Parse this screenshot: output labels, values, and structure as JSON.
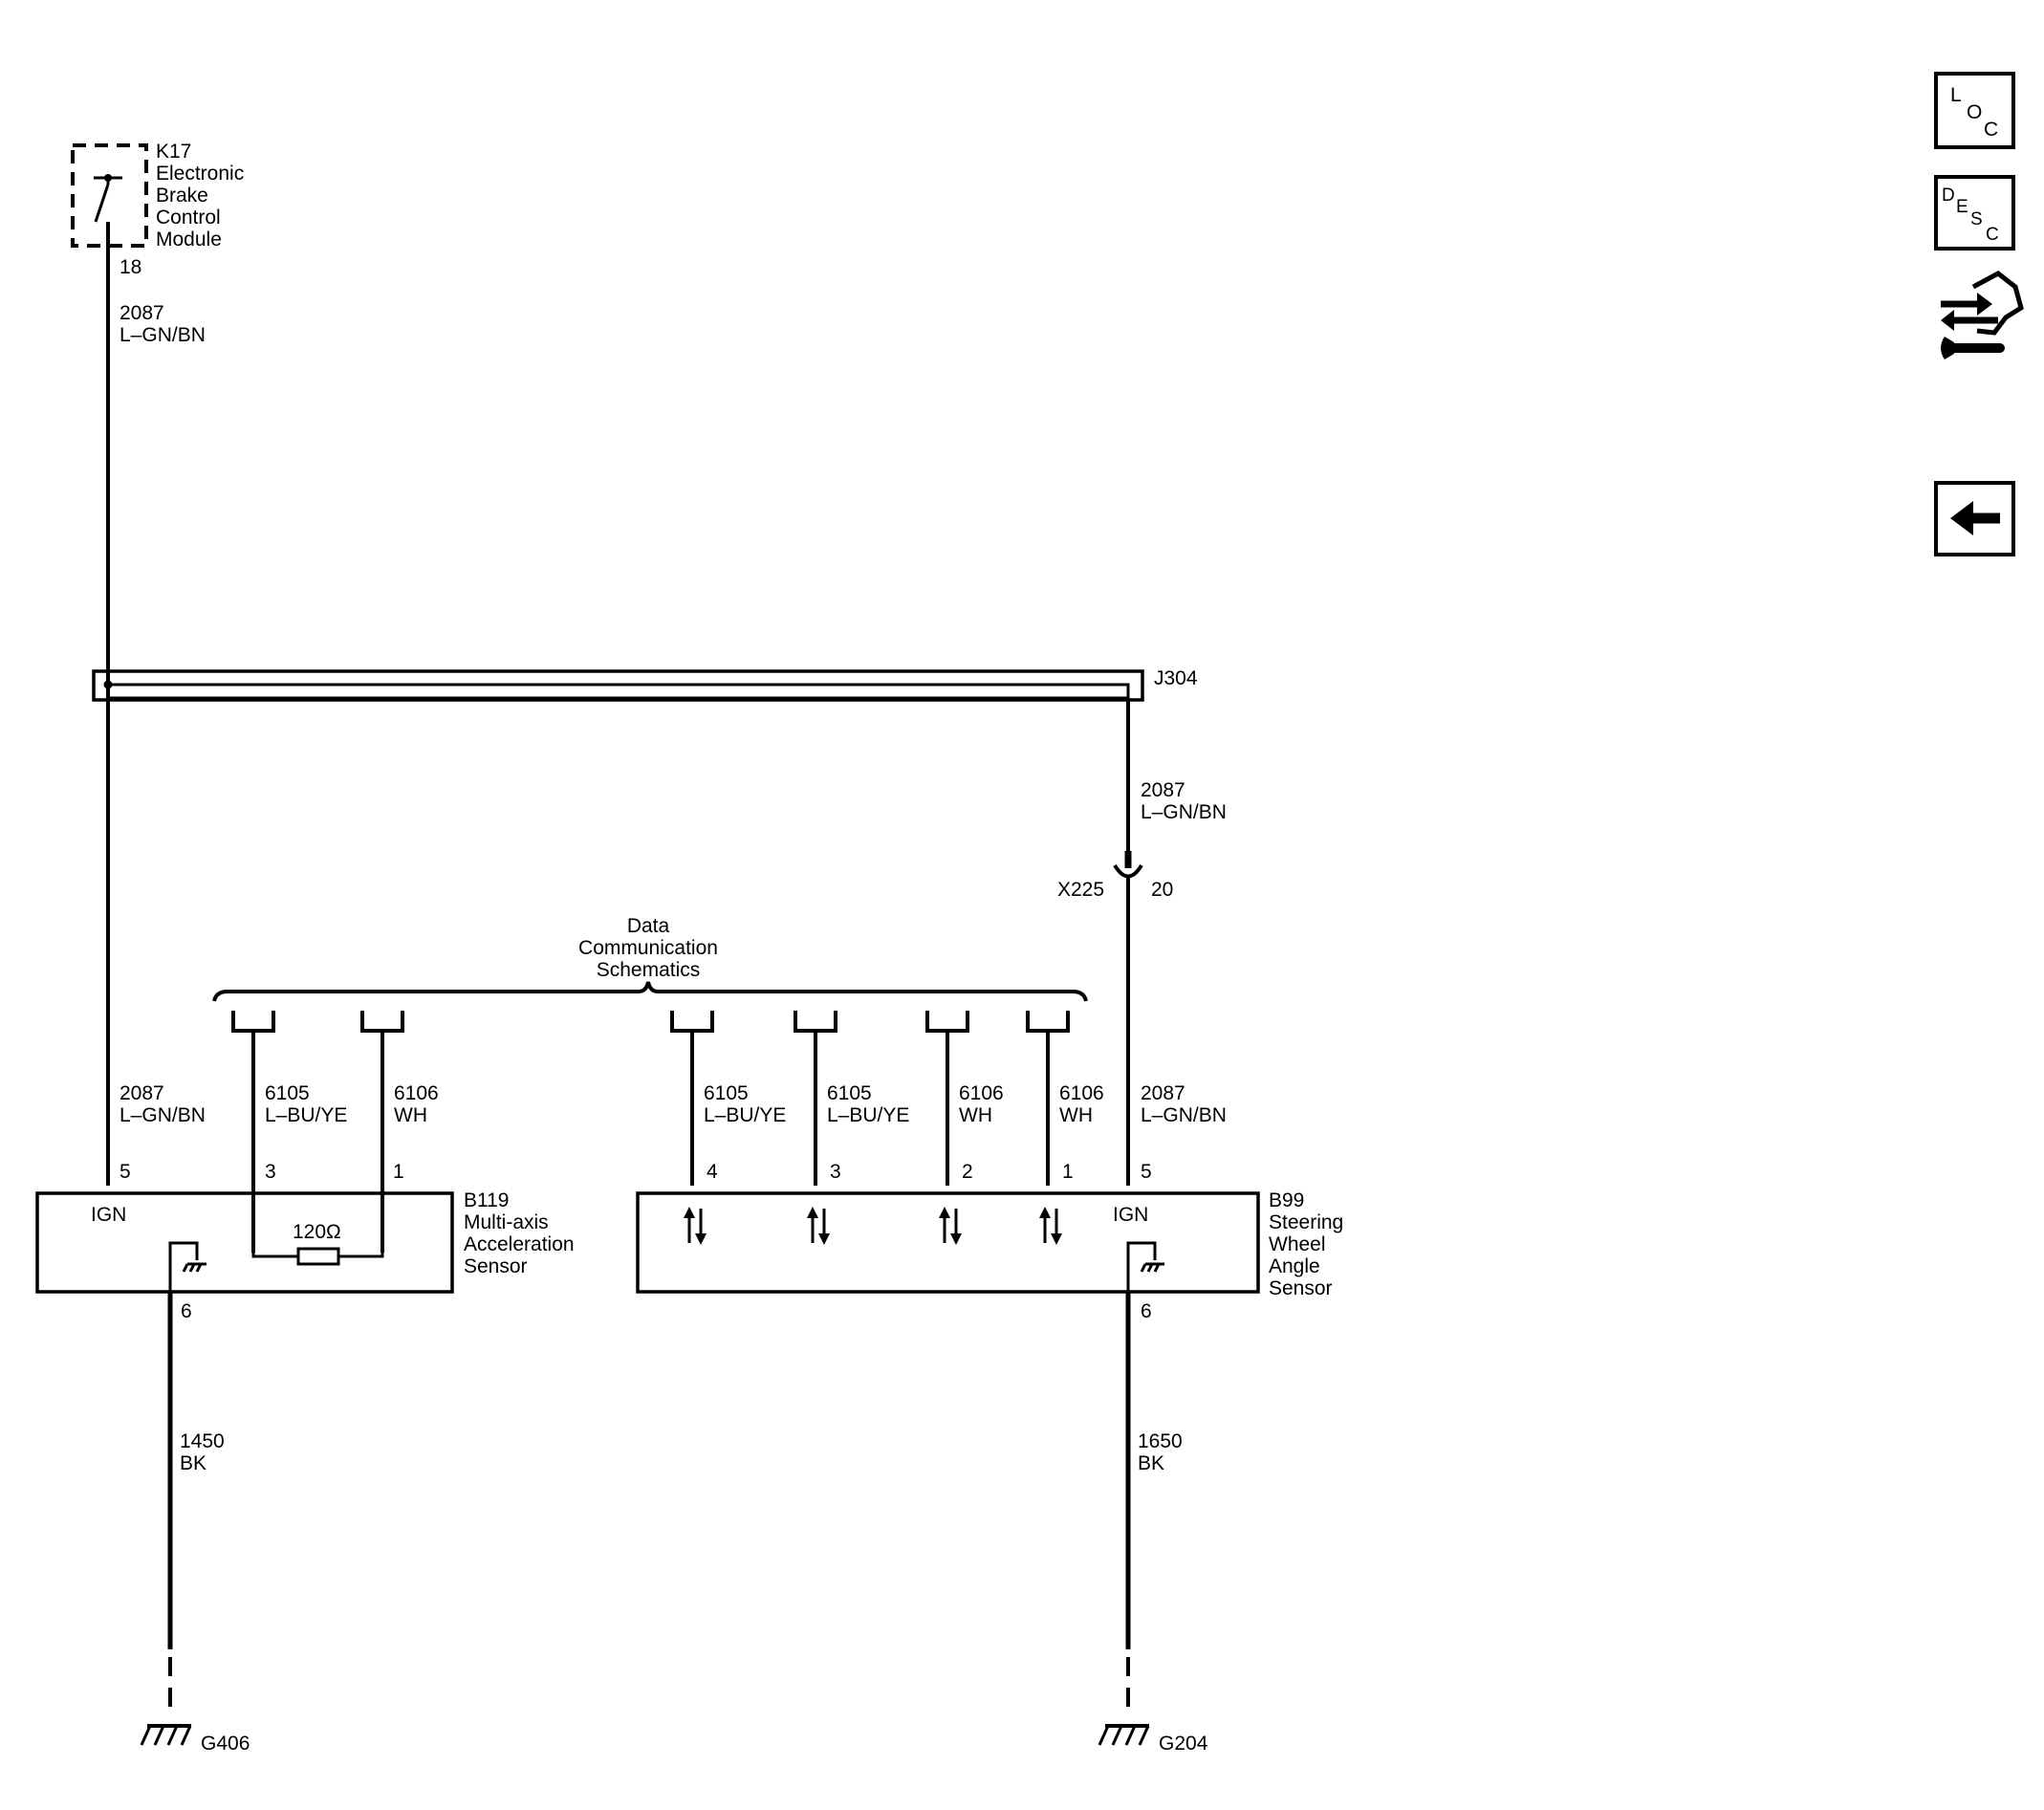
{
  "modules": {
    "k17": {
      "id": "K17",
      "lines": [
        "Electronic",
        "Brake",
        "Control",
        "Module"
      ],
      "pin": "18"
    },
    "b119": {
      "id": "B119",
      "lines": [
        "Multi-axis",
        "Acceleration",
        "Sensor"
      ],
      "ign": "IGN",
      "resistor": "120Ω",
      "pins": {
        "p5": "5",
        "p3": "3",
        "p1": "1",
        "p6": "6"
      }
    },
    "b99": {
      "id": "B99",
      "lines": [
        "Steering",
        "Wheel",
        "Angle",
        "Sensor"
      ],
      "ign": "IGN",
      "pins": {
        "p4": "4",
        "p3": "3",
        "p2": "2",
        "p1": "1",
        "p5": "5",
        "p6": "6"
      }
    }
  },
  "splice": {
    "id": "J304"
  },
  "connector": {
    "id": "X225",
    "pin": "20"
  },
  "data_comm": {
    "lines": [
      "Data",
      "Communication",
      "Schematics"
    ]
  },
  "wires": {
    "k17_top": {
      "circuit": "2087",
      "color": "L–GN/BN"
    },
    "j304_right": {
      "circuit": "2087",
      "color": "L–GN/BN"
    },
    "b119_p5": {
      "circuit": "2087",
      "color": "L–GN/BN"
    },
    "b119_p3": {
      "circuit": "6105",
      "color": "L–BU/YE"
    },
    "b119_p1": {
      "circuit": "6106",
      "color": "WH"
    },
    "b99_p4": {
      "circuit": "6105",
      "color": "L–BU/YE"
    },
    "b99_p3": {
      "circuit": "6105",
      "color": "L–BU/YE"
    },
    "b99_p2": {
      "circuit": "6106",
      "color": "WH"
    },
    "b99_p1": {
      "circuit": "6106",
      "color": "WH"
    },
    "b99_p5": {
      "circuit": "2087",
      "color": "L–GN/BN"
    },
    "g406_wire": {
      "circuit": "1450",
      "color": "BK"
    },
    "g204_wire": {
      "circuit": "1650",
      "color": "BK"
    }
  },
  "grounds": {
    "left": "G406",
    "right": "G204"
  },
  "nav": {
    "loc": [
      "L",
      "O",
      "C"
    ],
    "desc": [
      "D",
      "E",
      "S",
      "C"
    ]
  },
  "icons": {
    "loc": "loc-icon",
    "desc": "desc-icon",
    "connector_view": "connector-view-icon",
    "back": "back-arrow-icon"
  }
}
